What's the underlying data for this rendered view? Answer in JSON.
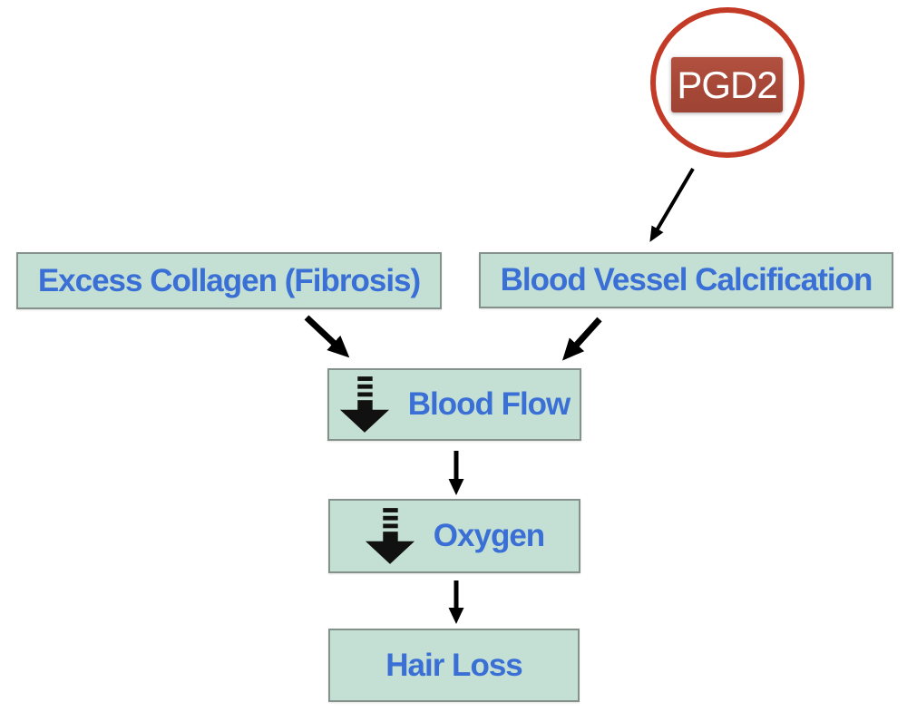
{
  "diagram": {
    "nodes": {
      "pgd2": {
        "label": "PGD2",
        "shape": "circled-box"
      },
      "excess_collagen": {
        "label": "Excess Collagen (Fibrosis)"
      },
      "blood_vessel_calcification": {
        "label": "Blood Vessel Calcification"
      },
      "blood_flow": {
        "label": "Blood Flow",
        "icon": "decrease-arrow-icon"
      },
      "oxygen": {
        "label": "Oxygen",
        "icon": "decrease-arrow-icon"
      },
      "hair_loss": {
        "label": "Hair Loss"
      }
    },
    "edges": [
      {
        "from": "pgd2",
        "to": "blood_vessel_calcification"
      },
      {
        "from": "excess_collagen",
        "to": "blood_flow"
      },
      {
        "from": "blood_vessel_calcification",
        "to": "blood_flow"
      },
      {
        "from": "blood_flow",
        "to": "oxygen"
      },
      {
        "from": "oxygen",
        "to": "hair_loss"
      }
    ],
    "colors": {
      "background": "#ffffff",
      "node_fill": "#c4dfd3",
      "node_border": "#84928b",
      "node_text": "#3a6fd6",
      "pgd2_fill": "#a84938",
      "pgd2_text": "#ffffff",
      "circle_stroke": "#c33b27",
      "arrow": "#000000"
    }
  }
}
